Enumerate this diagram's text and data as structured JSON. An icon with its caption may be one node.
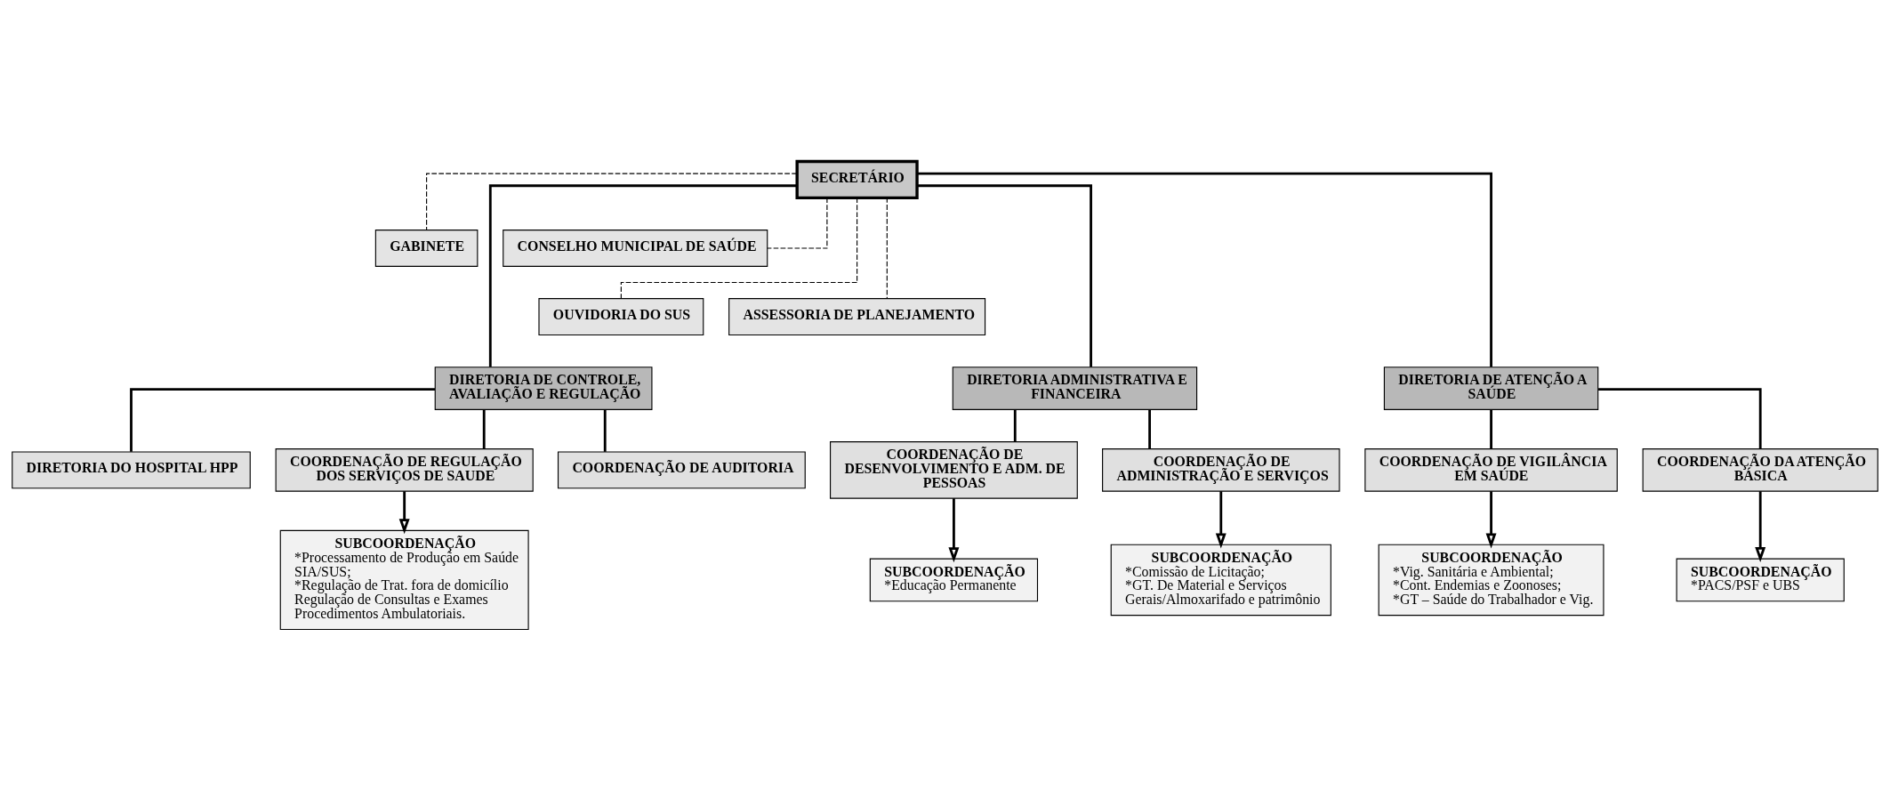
{
  "diagram": {
    "nodes": [
      {
        "text": [
          "SECRETÁRIO"
        ]
      },
      {
        "text": [
          "GABINETE"
        ]
      },
      {
        "text": [
          "CONSELHO MUNICIPAL DE SAÚDE"
        ]
      },
      {
        "text": [
          "OUVIDORIA DO SUS"
        ]
      },
      {
        "text": [
          "ASSESSORIA DE PLANEJAMENTO"
        ]
      },
      {
        "text": [
          "DIRETORIA DE CONTROLE, AVALIAÇÃO E REGULAÇÃO"
        ]
      },
      {
        "text": [
          "DIRETORIA DO HOSPITAL HPP"
        ]
      },
      {
        "text": [
          "COORDENAÇÃO DE REGULAÇÃO DOS SERVIÇOS DE SAUDE"
        ]
      },
      {
        "text": [
          "COORDENAÇÃO DE AUDITORIA"
        ]
      },
      {
        "text": [
          "SUBCOORDENAÇÃO",
          "*Processamento de Produção em Saúde SIA/SUS;",
          "*Regulação de Trat. fora de domicílio Regulação de Consultas e Exames Procedimentos Ambulatoriais."
        ]
      },
      {
        "text": [
          "DIRETORIA ADMINISTRATIVA E FINANCEIRA"
        ]
      },
      {
        "text": [
          "COORDENAÇÃO DE DESENVOLVIMENTO E ADM. DE PESSOAS"
        ]
      },
      {
        "text": [
          "COORDENAÇÃO DE ADMINISTRAÇÃO E SERVIÇOS"
        ]
      },
      {
        "text": [
          "SUBCOORDENAÇÃO",
          "*Educação Permanente"
        ]
      },
      {
        "text": [
          "SUBCOORDENAÇÃO",
          "*Comissão de Licitação;",
          "*GT. De Material e Serviços Gerais/Almoxarifado e patrimônio"
        ]
      },
      {
        "text": [
          "DIRETORIA DE ATENÇÃO A SAÚDE"
        ]
      },
      {
        "text": [
          "COORDENAÇÃO DE VIGILÂNCIA EM SAÚDE"
        ]
      },
      {
        "text": [
          "COORDENAÇÃO DA ATENÇÃO BÁSICA"
        ]
      },
      {
        "text": [
          "SUBCOORDENAÇÃO",
          "*Vig. Sanitária e Ambiental;",
          "*Cont. Endemias e Zoonoses;",
          "*GT – Saúde do Trabalhador e Vig."
        ]
      },
      {
        "text": [
          "SUBCOORDENAÇÃO",
          "*PACS/PSF e UBS"
        ]
      }
    ],
    "edges": [
      {
        "from": 0,
        "to": 1,
        "arrow": "none",
        "style": "dashed"
      },
      {
        "from": 0,
        "to": 2,
        "arrow": "none",
        "style": "dashed"
      },
      {
        "from": 0,
        "to": 3,
        "arrow": "none",
        "style": "dashed"
      },
      {
        "from": 0,
        "to": 4,
        "arrow": "none",
        "style": "dashed"
      },
      {
        "from": 0,
        "to": 5,
        "arrow": "none"
      },
      {
        "from": 0,
        "to": 10,
        "arrow": "none"
      },
      {
        "from": 0,
        "to": 15,
        "arrow": "none"
      },
      {
        "from": 5,
        "to": 6,
        "arrow": "none"
      },
      {
        "from": 5,
        "to": 7,
        "arrow": "none"
      },
      {
        "from": 5,
        "to": 8,
        "arrow": "none"
      },
      {
        "from": 7,
        "to": 9,
        "arrow": "to"
      },
      {
        "from": 10,
        "to": 11,
        "arrow": "none"
      },
      {
        "from": 10,
        "to": 12,
        "arrow": "none"
      },
      {
        "from": 11,
        "to": 13,
        "arrow": "to"
      },
      {
        "from": 12,
        "to": 14,
        "arrow": "to"
      },
      {
        "from": 15,
        "to": 16,
        "arrow": "none"
      },
      {
        "from": 15,
        "to": 17,
        "arrow": "none"
      },
      {
        "from": 16,
        "to": 18,
        "arrow": "to"
      },
      {
        "from": 17,
        "to": 19,
        "arrow": "to"
      }
    ]
  }
}
